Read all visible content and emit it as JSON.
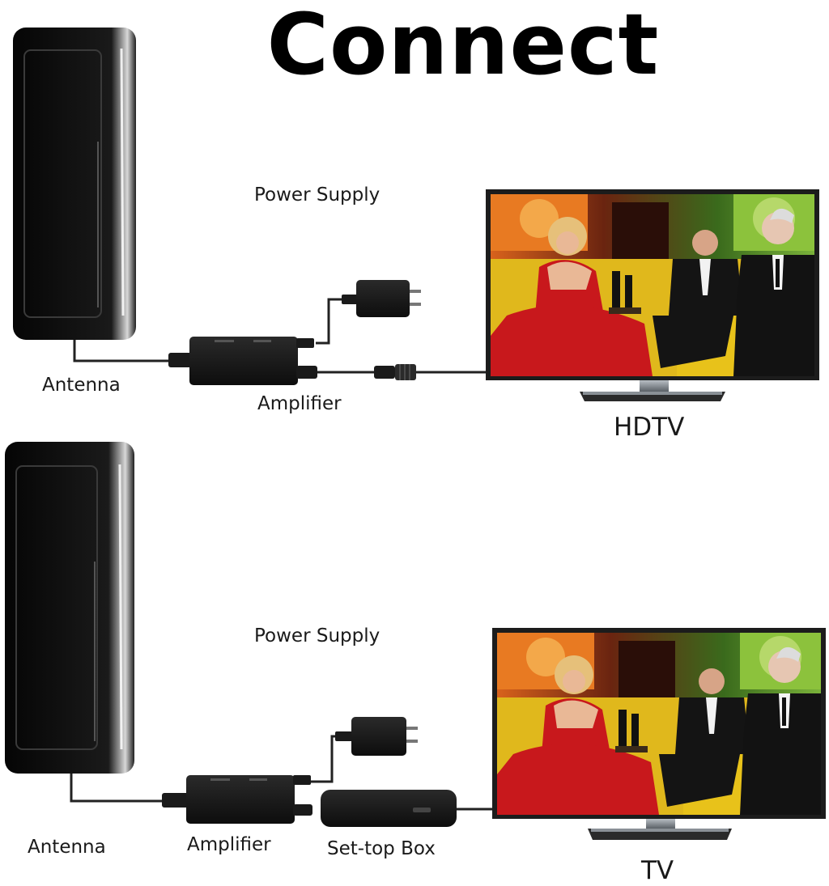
{
  "title": "Connect",
  "setup_hdtv": {
    "antenna": "Antenna",
    "power_supply": "Power Supply",
    "amplifier": "Amplifier",
    "display": "HDTV"
  },
  "setup_settop": {
    "antenna": "Antenna",
    "power_supply": "Power Supply",
    "amplifier": "Amplifier",
    "set_top_box": "Set-top Box",
    "display": "TV"
  },
  "colors": {
    "device_black": "#111111",
    "cable": "#222222",
    "tv_frame": "#1c1c1c",
    "dress_red": "#c8181c",
    "sofa_yellow": "#e8c21a"
  }
}
